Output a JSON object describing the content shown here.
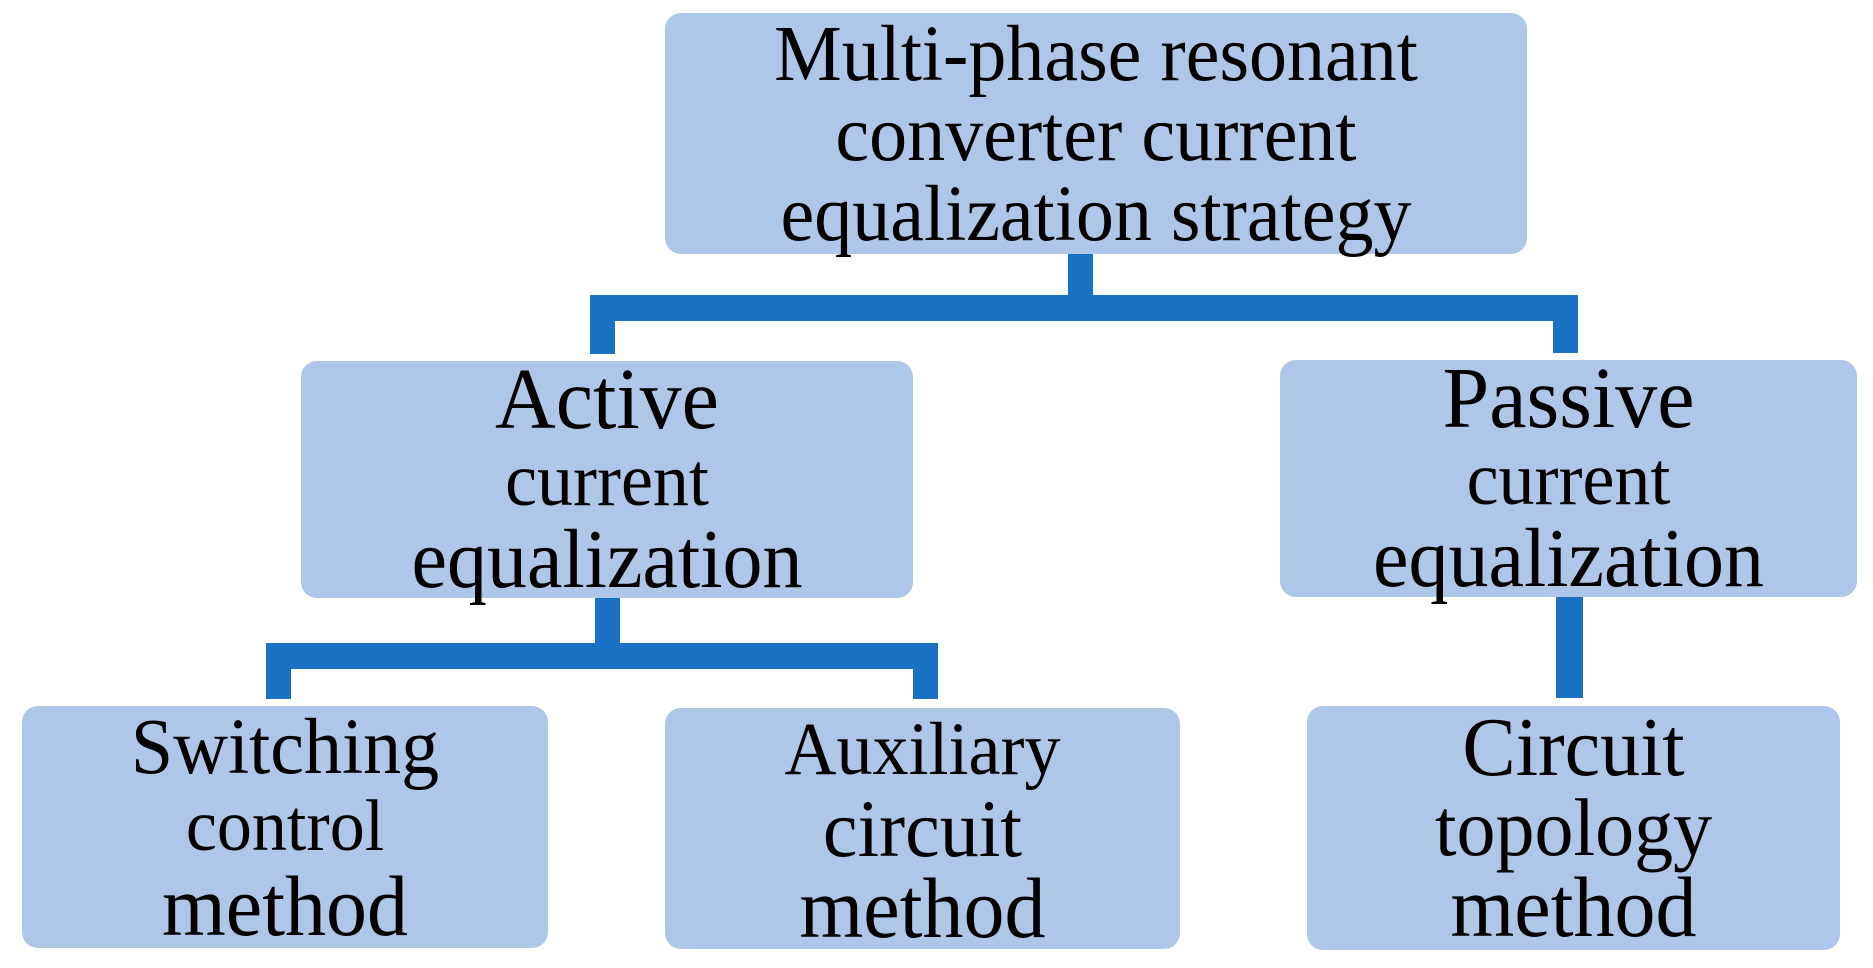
{
  "figure": {
    "type": "flowchart",
    "colors": {
      "background": "#ffffff",
      "node_fill": "#aec7e9",
      "connector": "#1b72c4",
      "text": "#000000"
    },
    "nodes": {
      "root": {
        "lines": [
          "Multi-phase resonant",
          "converter current",
          "equalization strategy"
        ]
      },
      "active": {
        "lines": [
          "Active",
          "current",
          "equalization"
        ]
      },
      "passive": {
        "lines": [
          "Passive",
          "current",
          "equalization"
        ]
      },
      "switching": {
        "lines": [
          "Switching",
          "control",
          "method"
        ]
      },
      "auxiliary": {
        "lines": [
          "Auxiliary",
          "circuit",
          "method"
        ]
      },
      "topology": {
        "lines": [
          "Circuit",
          "topology",
          "method"
        ]
      }
    },
    "edges": [
      {
        "from": "root",
        "to": "active"
      },
      {
        "from": "root",
        "to": "passive"
      },
      {
        "from": "active",
        "to": "switching"
      },
      {
        "from": "active",
        "to": "auxiliary"
      },
      {
        "from": "passive",
        "to": "topology"
      }
    ]
  }
}
